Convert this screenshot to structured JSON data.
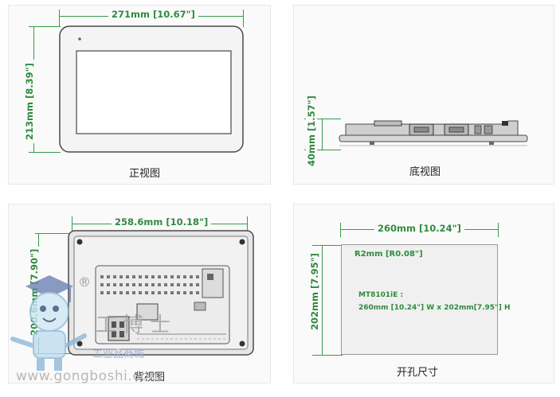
{
  "front_view": {
    "width_label": "271mm [10.67\"]",
    "height_label": "213mm [8.39\"]",
    "caption": "正视图"
  },
  "bottom_view": {
    "height_label": "40mm [1.57\"]",
    "caption": "底视图"
  },
  "back_view": {
    "width_label": "258.6mm [10.18\"]",
    "height_label": "200.6mm [7.90\"]",
    "caption": "背视图"
  },
  "cutout_view": {
    "width_label": "260mm [10.24\"]",
    "height_label": "202mm [7.95\"]",
    "radius_label": "R2mm [R0.08\"]",
    "model_label": "MT8101iE :",
    "size_label": "260mm [10.24\"] W x 202mm[7.95\"] H",
    "caption": "开孔尺寸"
  },
  "watermark": {
    "url": "www.gongboshi.com",
    "registered": "®",
    "brand_cn": "工博士",
    "tagline_cn": "工业品商城"
  },
  "colors": {
    "dimension": "#2e8b3d",
    "panel_bg": "#fafafa",
    "device_border": "#555555"
  }
}
